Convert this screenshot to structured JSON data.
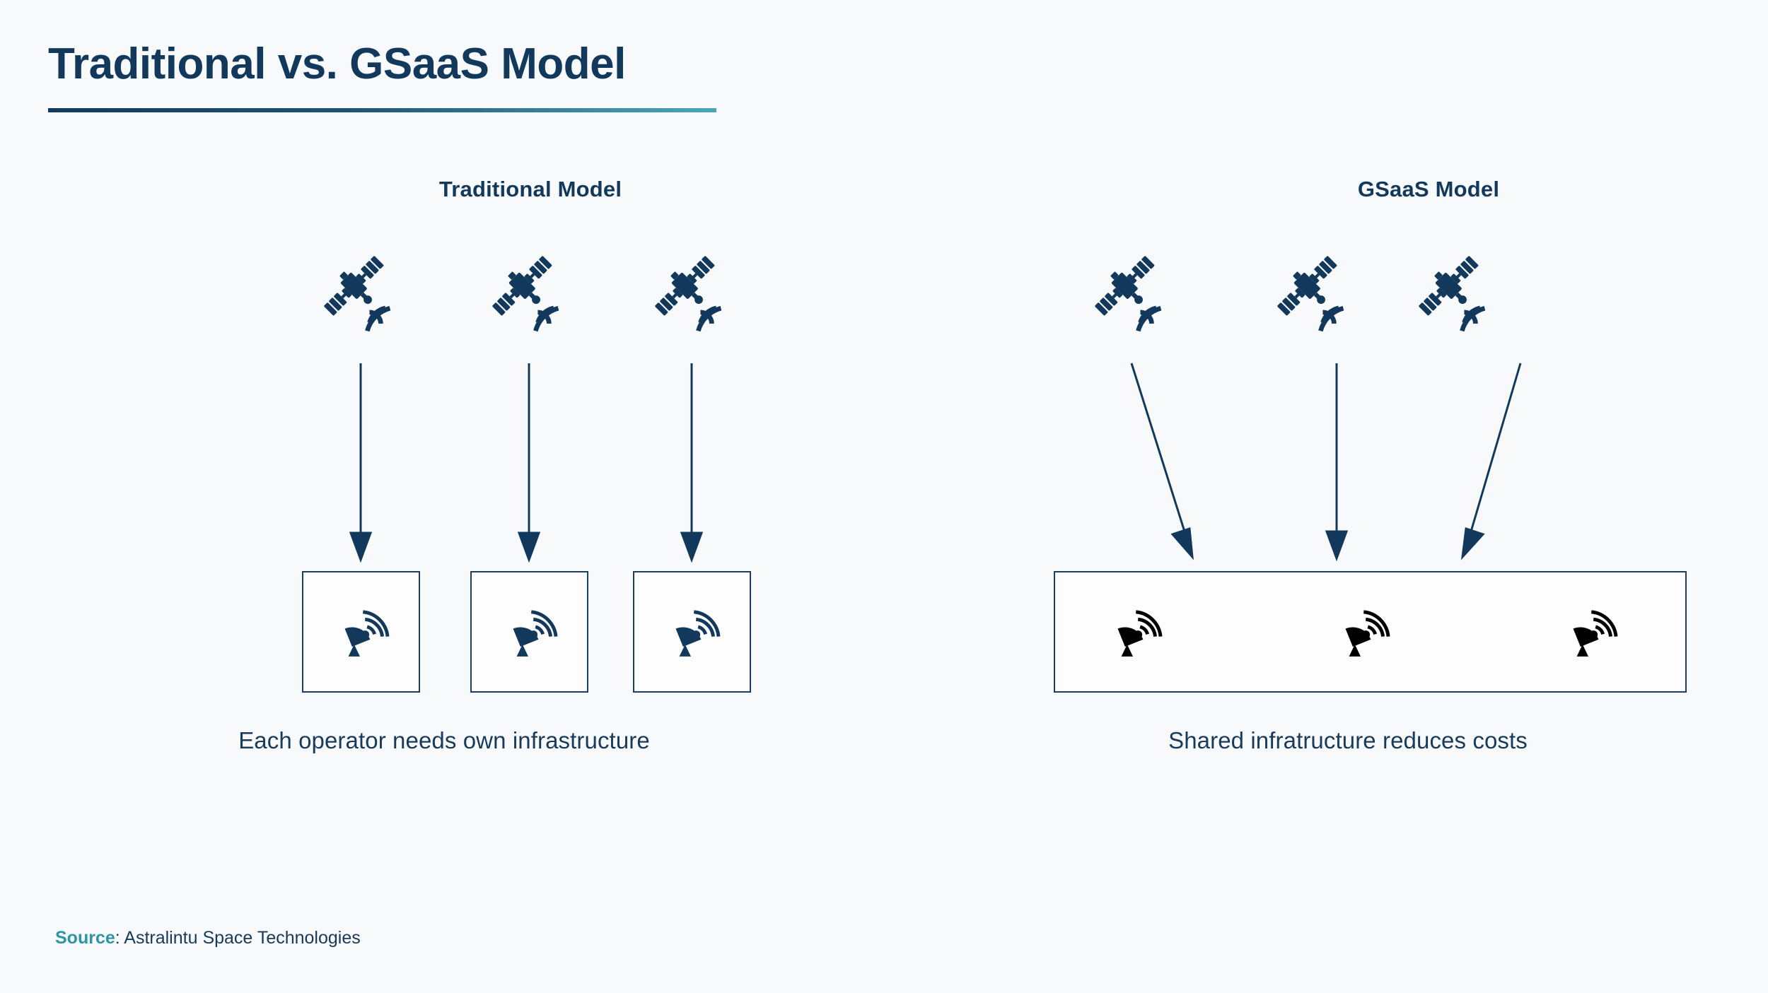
{
  "page": {
    "title": "Traditional vs. GSaaS Model",
    "background_color": "#f8f9fa"
  },
  "colors": {
    "navy": "#12395c",
    "navy_dark": "#0f3554",
    "teal": "#4aa8b8",
    "teal_bold": "#2c95a8",
    "border": "#1b3f60"
  },
  "panels": [
    {
      "id": "traditional",
      "heading": "Traditional Model",
      "caption": "Each operator needs own infrastructure",
      "satellite_count": 3,
      "satellite_icon": "satellite-icon",
      "arrow_style": "parallel-vertical",
      "arrow_count": 3,
      "station_box_count": 3,
      "station_box_shared": false,
      "dish_icon": "satellite-dish-icon",
      "dish_fill": "solid-navy"
    },
    {
      "id": "gsaas",
      "heading": "GSaaS Model",
      "caption": "Shared infratructure reduces costs",
      "satellite_count": 3,
      "satellite_icon": "satellite-icon",
      "arrow_style": "converging",
      "arrow_count": 3,
      "station_box_count": 1,
      "station_box_shared": true,
      "dish_icon": "satellite-dish-icon",
      "dish_fill": "teal-to-navy-gradient"
    }
  ],
  "source": {
    "label": "Source",
    "separator": ": ",
    "value": "Astralintu Space Technologies"
  }
}
